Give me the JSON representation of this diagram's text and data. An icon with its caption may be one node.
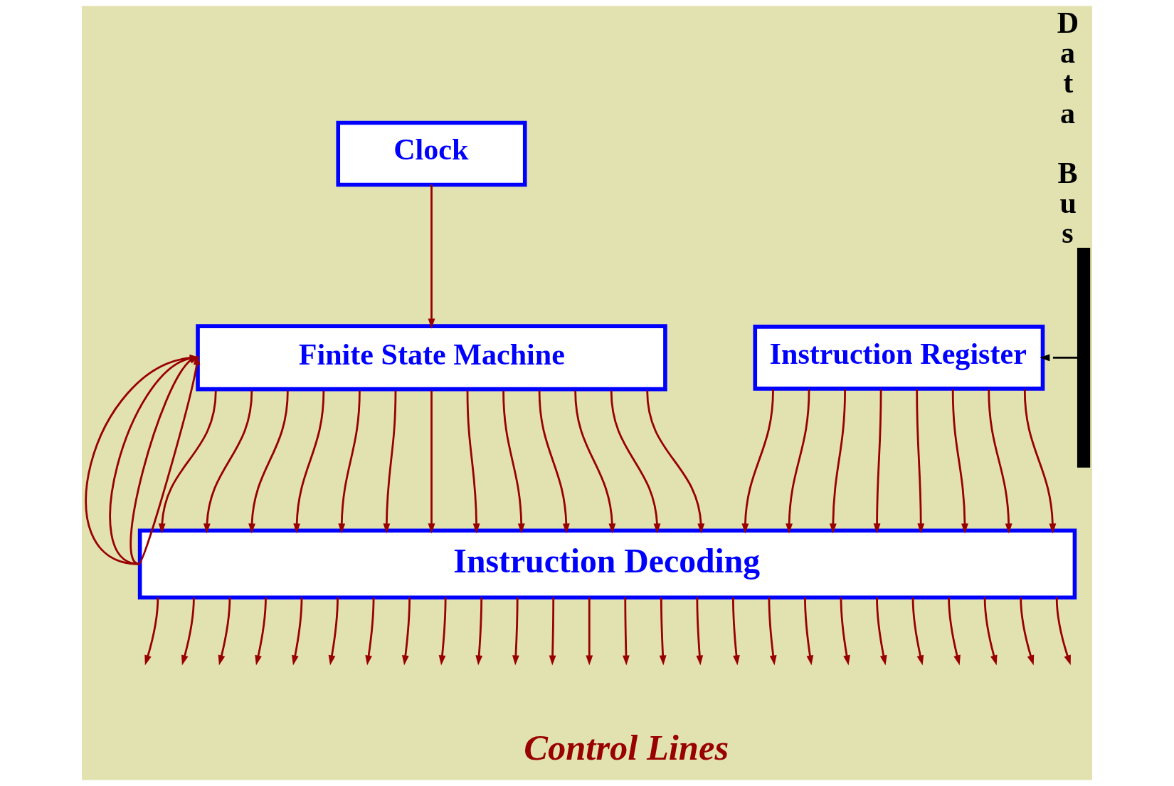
{
  "diagram": {
    "nodes": [
      {
        "text": [
          "Clock"
        ]
      },
      {
        "text": [
          "Finite State Machine"
        ]
      },
      {
        "text": [
          "Instruction Register"
        ]
      },
      {
        "text": [
          "Instruction Decoding"
        ]
      },
      {
        "text": [
          "Data Bus"
        ]
      }
    ],
    "edges": [
      {
        "from": 0,
        "to": 1,
        "arrow": "to"
      },
      {
        "from": 1,
        "to": 3,
        "arrow": "to"
      },
      {
        "from": 1,
        "to": 3,
        "arrow": "to"
      },
      {
        "from": 1,
        "to": 3,
        "arrow": "to"
      },
      {
        "from": 1,
        "to": 3,
        "arrow": "to"
      },
      {
        "from": 1,
        "to": 3,
        "arrow": "to"
      },
      {
        "from": 1,
        "to": 3,
        "arrow": "to"
      },
      {
        "from": 1,
        "to": 3,
        "arrow": "to"
      },
      {
        "from": 1,
        "to": 3,
        "arrow": "to"
      },
      {
        "from": 1,
        "to": 3,
        "arrow": "to"
      },
      {
        "from": 1,
        "to": 3,
        "arrow": "to"
      },
      {
        "from": 1,
        "to": 3,
        "arrow": "to"
      },
      {
        "from": 1,
        "to": 3,
        "arrow": "to"
      },
      {
        "from": 1,
        "to": 3,
        "arrow": "to"
      },
      {
        "from": 2,
        "to": 3,
        "arrow": "to"
      },
      {
        "from": 2,
        "to": 3,
        "arrow": "to"
      },
      {
        "from": 2,
        "to": 3,
        "arrow": "to"
      },
      {
        "from": 2,
        "to": 3,
        "arrow": "to"
      },
      {
        "from": 2,
        "to": 3,
        "arrow": "to"
      },
      {
        "from": 2,
        "to": 3,
        "arrow": "to"
      },
      {
        "from": 2,
        "to": 3,
        "arrow": "to"
      },
      {
        "from": 2,
        "to": 3,
        "arrow": "to"
      },
      {
        "from": 3,
        "to": 1,
        "arrow": "to"
      },
      {
        "from": 3,
        "to": 1,
        "arrow": "to"
      },
      {
        "from": 3,
        "to": 1,
        "arrow": "to"
      },
      {
        "from": 3,
        "to": 1,
        "arrow": "to"
      },
      {
        "from": 4,
        "to": 2,
        "arrow": "to",
        "color": "#000000"
      },
      {
        "from": 3,
        "to": null,
        "arrow": "to"
      },
      {
        "from": 3,
        "to": null,
        "arrow": "to"
      },
      {
        "from": 3,
        "to": null,
        "arrow": "to"
      },
      {
        "from": 3,
        "to": null,
        "arrow": "to"
      },
      {
        "from": 3,
        "to": null,
        "arrow": "to"
      },
      {
        "from": 3,
        "to": null,
        "arrow": "to"
      },
      {
        "from": 3,
        "to": null,
        "arrow": "to"
      },
      {
        "from": 3,
        "to": null,
        "arrow": "to"
      },
      {
        "from": 3,
        "to": null,
        "arrow": "to"
      },
      {
        "from": 3,
        "to": null,
        "arrow": "to"
      },
      {
        "from": 3,
        "to": null,
        "arrow": "to"
      },
      {
        "from": 3,
        "to": null,
        "arrow": "to"
      },
      {
        "from": 3,
        "to": null,
        "arrow": "to"
      },
      {
        "from": 3,
        "to": null,
        "arrow": "to"
      },
      {
        "from": 3,
        "to": null,
        "arrow": "to"
      },
      {
        "from": 3,
        "to": null,
        "arrow": "to"
      },
      {
        "from": 3,
        "to": null,
        "arrow": "to"
      },
      {
        "from": 3,
        "to": null,
        "arrow": "to"
      },
      {
        "from": 3,
        "to": null,
        "arrow": "to"
      },
      {
        "from": 3,
        "to": null,
        "arrow": "to"
      },
      {
        "from": 3,
        "to": null,
        "arrow": "to"
      },
      {
        "from": 3,
        "to": null,
        "arrow": "to"
      },
      {
        "from": 3,
        "to": null,
        "arrow": "to"
      },
      {
        "from": 3,
        "to": null,
        "arrow": "to"
      },
      {
        "from": 3,
        "to": null,
        "arrow": "to"
      },
      {
        "from": 3,
        "to": null,
        "arrow": "to"
      }
    ],
    "labels": [
      "Control Lines"
    ]
  }
}
